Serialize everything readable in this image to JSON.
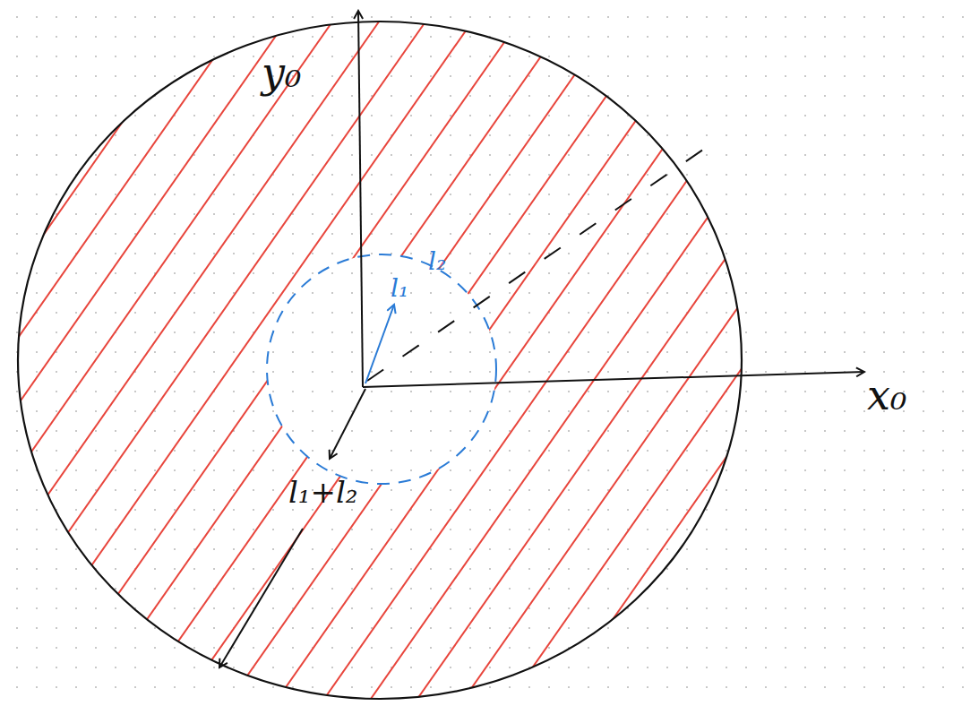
{
  "diagram": {
    "labels": [
      "y₀",
      "x₀",
      "l₁",
      "l₂",
      "l₁+l₂"
    ]
  }
}
